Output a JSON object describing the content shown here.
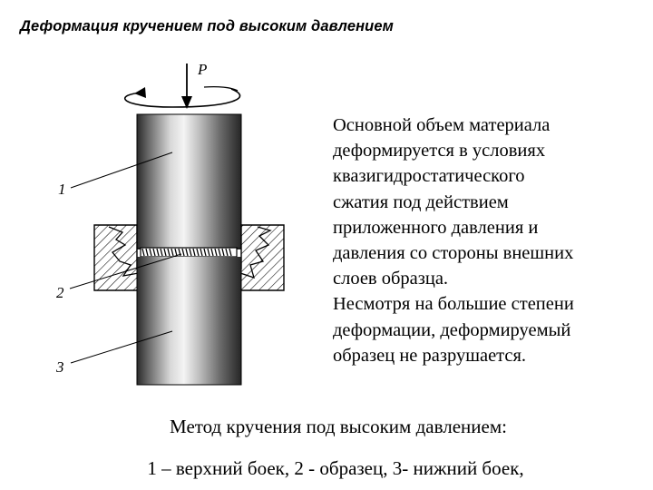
{
  "title": "Деформация кручением под высоким давлением",
  "figure": {
    "force_label": "P",
    "labels": [
      "1",
      "2",
      "3"
    ]
  },
  "description_lines": [
    "Основной объем материала",
    "деформируется в условиях",
    "квазигидростатического",
    "сжатия под действием",
    "приложенного давления и",
    "давления со стороны внешних",
    "слоев образца.",
    "Несмотря на большие степени",
    "деформации, деформируемый",
    "образец не разрушается."
  ],
  "caption": {
    "title": "Метод кручения под высоким давлением:",
    "legend": "1 – верхний боек, 2 - образец, 3- нижний боек,"
  }
}
